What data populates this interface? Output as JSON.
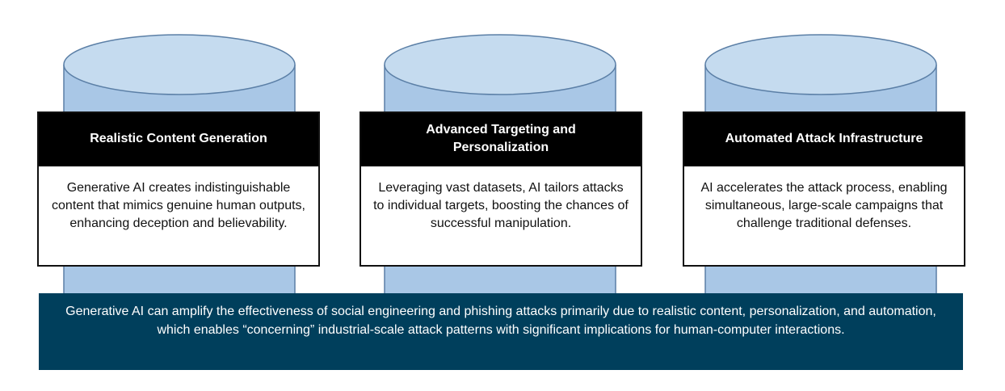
{
  "colors": {
    "pillar_fill": "#a9c7e6",
    "pillar_top": "#c5dbef",
    "pillar_stroke": "#5b7fa6",
    "header_bg": "#000000",
    "banner_bg": "#003f5c"
  },
  "cards": [
    {
      "title": "Realistic Content Generation",
      "body": "Generative AI creates indistinguishable content that mimics genuine human outputs, enhancing deception and believability."
    },
    {
      "title": "Advanced Targeting and Personalization",
      "body": "Leveraging vast datasets, AI tailors attacks to individual targets, boosting the chances of successful manipulation."
    },
    {
      "title": "Automated Attack Infrastructure",
      "body": "AI accelerates the attack process, enabling simultaneous, large-scale campaigns that challenge traditional defenses."
    }
  ],
  "banner": {
    "text": "Generative AI can amplify the effectiveness of social engineering and phishing attacks primarily due to realistic content, personalization, and automation, which enables “concerning” industrial-scale attack patterns with significant implications for human-computer interactions."
  }
}
